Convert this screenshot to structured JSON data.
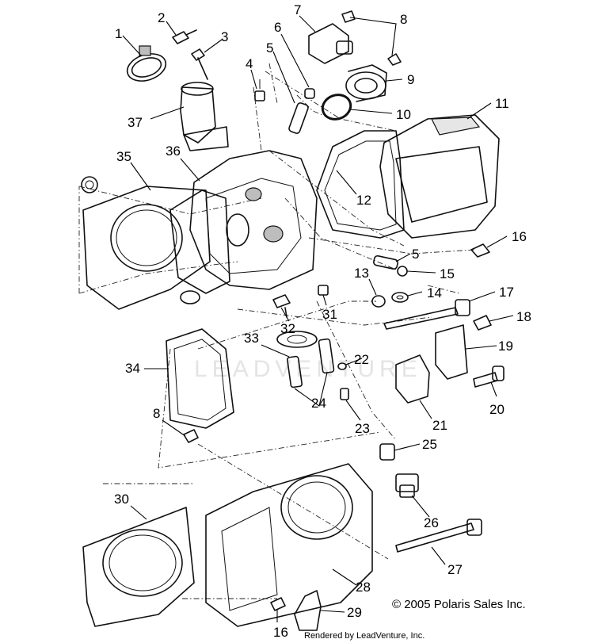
{
  "diagram": {
    "callouts": [
      {
        "num": "1"
      },
      {
        "num": "2"
      },
      {
        "num": "3"
      },
      {
        "num": "4"
      },
      {
        "num": "5"
      },
      {
        "num": "6"
      },
      {
        "num": "7"
      },
      {
        "num": "8"
      },
      {
        "num": "9"
      },
      {
        "num": "10"
      },
      {
        "num": "11"
      },
      {
        "num": "12"
      },
      {
        "num": "16"
      },
      {
        "num": "5"
      },
      {
        "num": "13"
      },
      {
        "num": "15"
      },
      {
        "num": "14"
      },
      {
        "num": "17"
      },
      {
        "num": "18"
      },
      {
        "num": "19"
      },
      {
        "num": "22"
      },
      {
        "num": "33"
      },
      {
        "num": "31"
      },
      {
        "num": "32"
      },
      {
        "num": "34"
      },
      {
        "num": "24"
      },
      {
        "num": "21"
      },
      {
        "num": "20"
      },
      {
        "num": "23"
      },
      {
        "num": "8"
      },
      {
        "num": "25"
      },
      {
        "num": "30"
      },
      {
        "num": "26"
      },
      {
        "num": "27"
      },
      {
        "num": "28"
      },
      {
        "num": "29"
      },
      {
        "num": "16"
      },
      {
        "num": "35"
      },
      {
        "num": "36"
      },
      {
        "num": "37"
      }
    ],
    "copyright": "© 2005 Polaris Sales Inc.",
    "rendered_by": "Rendered by LeadVenture, Inc.",
    "watermark": "LEADVENTURE"
  }
}
